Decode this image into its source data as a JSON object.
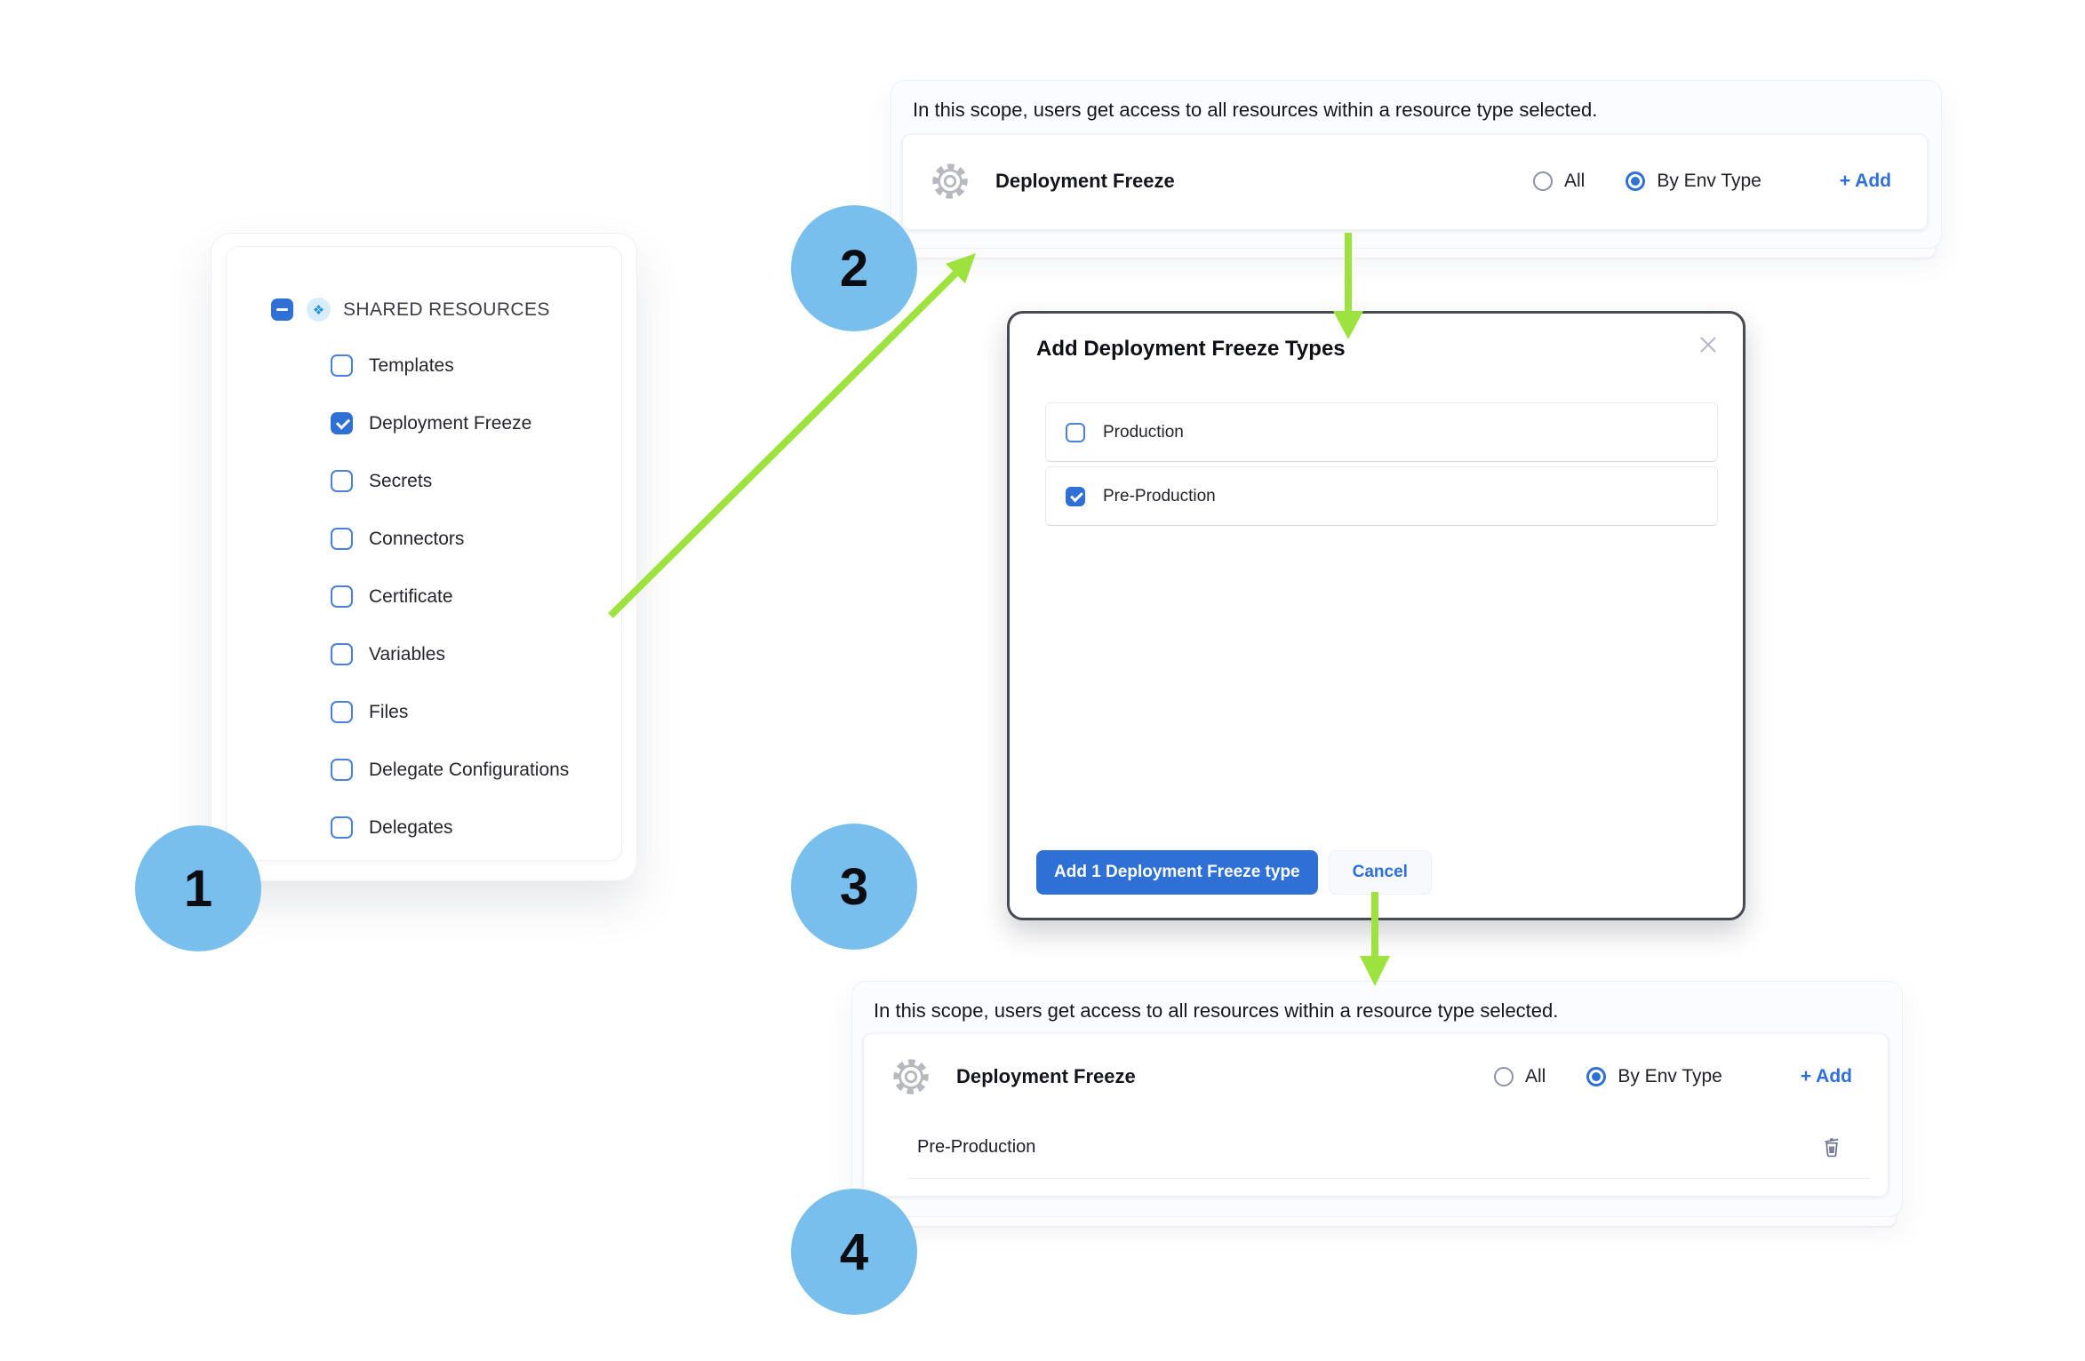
{
  "colors": {
    "accent": "#2f70d7",
    "accent_link": "#2e6fd9",
    "checkbox_border": "#4a80d9",
    "badge_blue": "#79bfed",
    "arrow_green": "#9de23f",
    "icon_gray": "#b7b9bf",
    "trash_gray": "#6f7190",
    "panel_bg": "#fbfcff",
    "modal_border": "#474a51",
    "text_dark": "#1b1c26"
  },
  "steps": [
    "1",
    "2",
    "3",
    "4"
  ],
  "resources_panel": {
    "title": "SHARED RESOURCES",
    "icon": "shared-resources-diamond",
    "items": [
      {
        "label": "Templates",
        "checked": false
      },
      {
        "label": "Deployment Freeze",
        "checked": true
      },
      {
        "label": "Secrets",
        "checked": false
      },
      {
        "label": "Connectors",
        "checked": false
      },
      {
        "label": "Certificate",
        "checked": false
      },
      {
        "label": "Variables",
        "checked": false
      },
      {
        "label": "Files",
        "checked": false
      },
      {
        "label": "Delegate Configurations",
        "checked": false
      },
      {
        "label": "Delegates",
        "checked": false
      }
    ]
  },
  "scope_top": {
    "description": "In this scope, users get access to all resources within a resource type selected.",
    "resource_label": "Deployment Freeze",
    "options": [
      {
        "label": "All",
        "selected": false
      },
      {
        "label": "By Env Type",
        "selected": true
      }
    ],
    "add_label": "+ Add"
  },
  "modal": {
    "title": "Add Deployment Freeze Types",
    "items": [
      {
        "label": "Production",
        "checked": false
      },
      {
        "label": "Pre-Production",
        "checked": true
      }
    ],
    "primary_button": "Add 1 Deployment Freeze type",
    "cancel_button": "Cancel"
  },
  "scope_bottom": {
    "description": "In this scope, users get access to all resources within a resource type selected.",
    "resource_label": "Deployment Freeze",
    "options": [
      {
        "label": "All",
        "selected": false
      },
      {
        "label": "By Env Type",
        "selected": true
      }
    ],
    "add_label": "+ Add",
    "entries": [
      {
        "label": "Pre-Production"
      }
    ]
  }
}
